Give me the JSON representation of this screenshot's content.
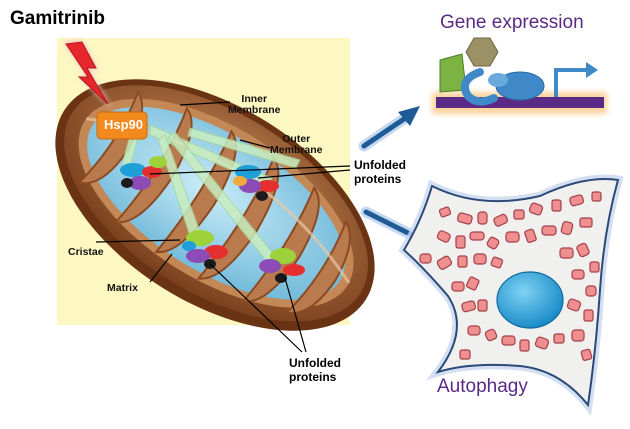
{
  "title": "Gamitrinib",
  "hsp_label": "Hsp90",
  "labels": {
    "inner_line1": "Inner",
    "inner_line2": "Membrane",
    "outer_line1": "Outer",
    "outer_line2": "Membrane",
    "cristae": "Cristae",
    "matrix": "Matrix",
    "unfolded_line1": "Unfolded",
    "unfolded_line2": "proteins"
  },
  "gene_expression": "Gene expression",
  "autophagy": "Autophagy",
  "colors": {
    "panel_bg": "#fdf8c2",
    "outer_membrane": "#8a4a22",
    "inner_space": "#b5794a",
    "matrix_blue": "#8ecde8",
    "hsp90": "#f28a1e",
    "lightning": "#e5262a",
    "arrow_blue": "#1d5a96",
    "text_purple": "#5b2a86",
    "dna_purple": "#5b2a86",
    "receptor_blue": "#3f89c9",
    "cell_fill": "#f0f0ee",
    "cell_outline": "#2c4a78",
    "nucleus": "#2aa0d8",
    "autophagosome": "#f08f8f"
  },
  "icons": [
    "lightning-bolt-icon",
    "gene-arrow-icon"
  ]
}
